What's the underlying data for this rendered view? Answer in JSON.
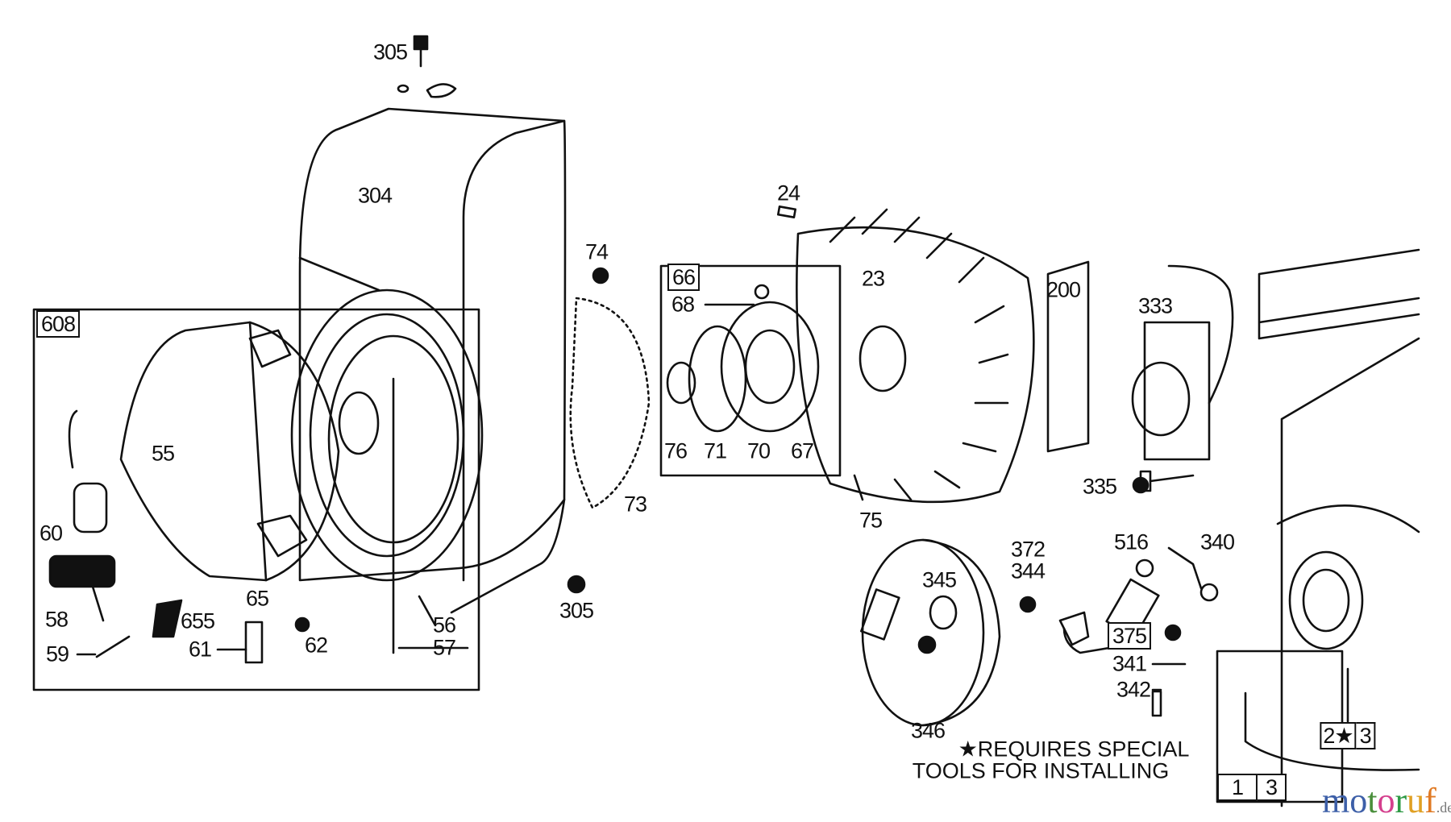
{
  "labels": {
    "l305a": "305",
    "l304": "304",
    "l608": "608",
    "l55": "55",
    "l60": "60",
    "l58": "58",
    "l59": "59",
    "l655": "655",
    "l61": "61",
    "l62": "62",
    "l65": "65",
    "l56": "56",
    "l57": "57",
    "l305b": "305",
    "l73": "73",
    "l74": "74",
    "l66": "66",
    "l68": "68",
    "l76": "76",
    "l71": "71",
    "l70": "70",
    "l67": "67",
    "l24": "24",
    "l23": "23",
    "l75": "75",
    "l200": "200",
    "l333": "333",
    "l335": "335",
    "l372": "372",
    "l344": "344",
    "l516": "516",
    "l340": "340",
    "l345": "345",
    "l346": "346",
    "l375": "375",
    "l341": "341",
    "l342": "342",
    "l2": "2",
    "l3a": "3",
    "l1": "1",
    "l3b": "3"
  },
  "note": {
    "line1": "★REQUIRES SPECIAL",
    "line2": "TOOLS FOR INSTALLING"
  },
  "watermark": {
    "letters": [
      "m",
      "o",
      "t",
      "o",
      "r",
      "u",
      "f"
    ],
    "colors": [
      "#3d5fa8",
      "#3d5fa8",
      "#4a8f3c",
      "#d43f8d",
      "#2e9a45",
      "#e0a024",
      "#e07a24"
    ],
    "suffix": ".de"
  },
  "colors": {
    "ink": "#111111",
    "background": "#ffffff"
  }
}
